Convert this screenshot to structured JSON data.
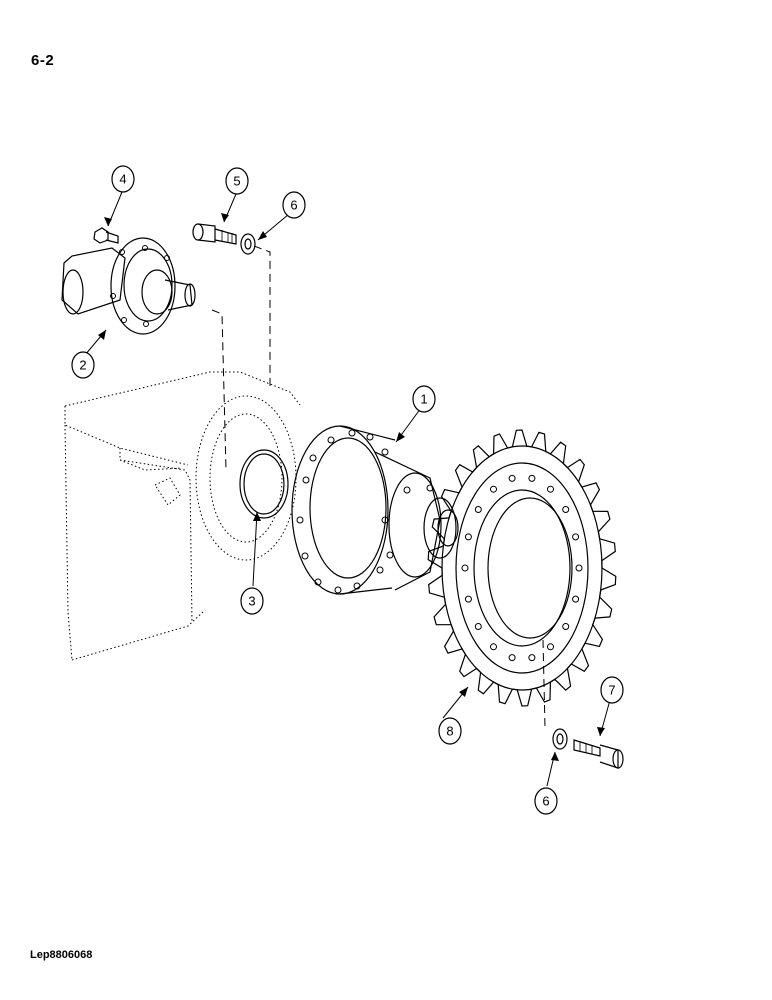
{
  "page": {
    "number": "6-2",
    "reference": "Lep8806068"
  },
  "callouts": [
    {
      "id": "c1",
      "label": "1"
    },
    {
      "id": "c2",
      "label": "2"
    },
    {
      "id": "c3",
      "label": "3"
    },
    {
      "id": "c4",
      "label": "4"
    },
    {
      "id": "c5",
      "label": "5"
    },
    {
      "id": "c6a",
      "label": "6"
    },
    {
      "id": "c6b",
      "label": "6"
    },
    {
      "id": "c7",
      "label": "7"
    },
    {
      "id": "c8",
      "label": "8"
    }
  ]
}
